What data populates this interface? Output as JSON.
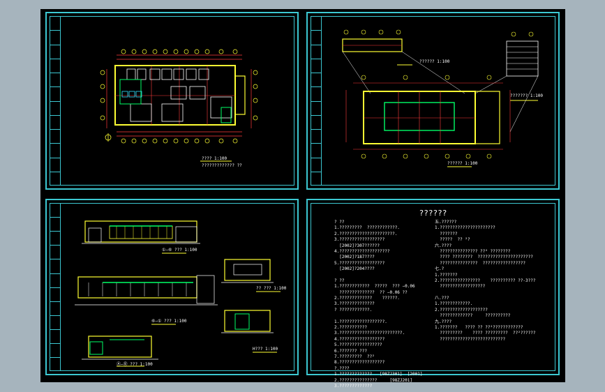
{
  "sheets": {
    "floor_plan": {
      "scale_label": "????  1:100",
      "note_label": "?????????????  ??"
    },
    "roof_plan": {
      "top_detail_label": "??????  1:100",
      "right_detail_label": "???????  1:100",
      "main_label": "??????  1:100"
    },
    "elevations": {
      "elev1_label": "①—⑥ ???  1:100",
      "elev2_label": "⑥—① ???  1:100",
      "elev3_label": "Ⓐ—Ⓑ ???  1:100",
      "side1_label": "?? ???  1:100",
      "side2_label": "H???  1:100"
    },
    "notes": {
      "title": "??????",
      "left_lines": [
        "? ??",
        "1.?????????  ????????????.",
        "2.??????????????????????.",
        "3.??????????????????",
        "  [2002]?307??????",
        "4.????????????????????",
        "  [2002]?187????",
        "5.??????????????????",
        "  [2002]?204????",
        "",
        "? ??",
        "1.????????????  ?????  ??? −0.06",
        "  ??????????????  ?? −0.06 ??",
        "2.?????????????    ??????.",
        "3.??????????????",
        "? ????????????.",
        "",
        "1.??????????????????.",
        "2.???????????",
        "3.?????????????????????????.",
        "4.??????????????????",
        "5.?????????????????",
        "6.??????? ???",
        "7.?????????  ??²",
        "8.??????????????????",
        "?.????",
        "1.?????????????   [98ZJ301]  [2001]",
        "2.???????????????     [98ZJ201]",
        "3.?????????????"
      ],
      "right_lines": [
        "五.??????",
        "1.??????????????????????",
        "  ???????",
        "  ?????  ?? ²?",
        "六.????",
        "  ??????????????? ??² ????????",
        "  ???? ????????  ??????????????????????",
        "  ???????????????  ?????????????????",
        "七.?",
        "1.???????",
        "2.????????????????    ?????????? ??-3???",
        "  ??????????????????",
        "",
        "八.???",
        "1.????????????.",
        "2.???????????????????",
        "  ?????????????     ??????????",
        "九.????",
        "1.???????   ???? ?? ??²????????????",
        "  ?????????    ???? ?????????  ??²??????",
        "  ??????????????????????????"
      ]
    }
  },
  "colors": {
    "background": "#a6b4bd",
    "canvas": "#000000",
    "frame": "#3cc8d2",
    "grid_line": "#ff3b3b",
    "wall": "#ffff33",
    "accent": "#00ff66",
    "text": "#ffffff"
  }
}
